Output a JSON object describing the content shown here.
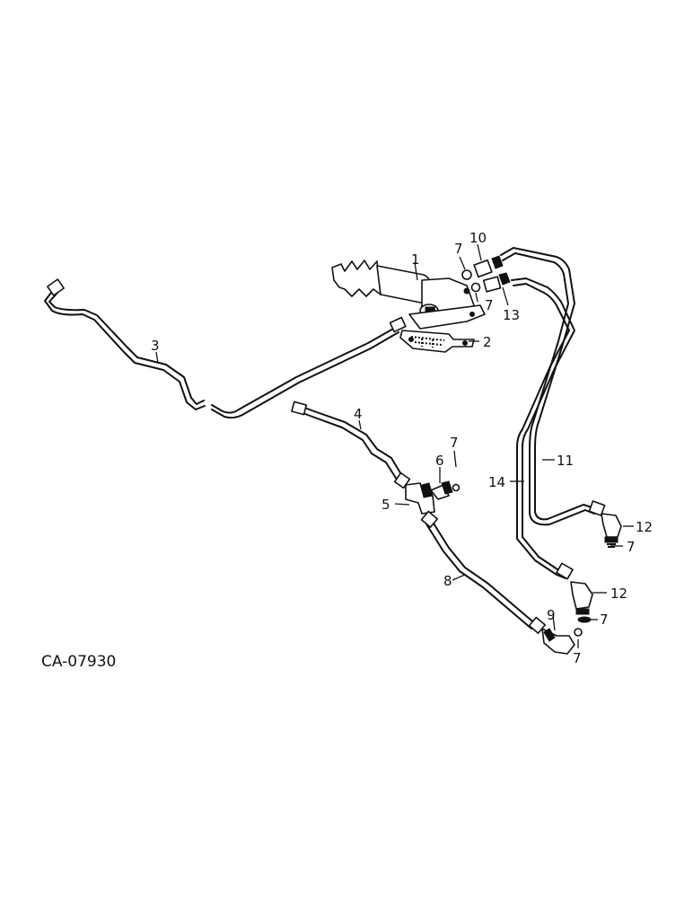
{
  "drawing_code": "CA-07930",
  "callouts": {
    "c1": "1",
    "c2": "2",
    "c3": "3",
    "c4": "4",
    "c5": "5",
    "c6": "6",
    "c7a": "7",
    "c7b": "7",
    "c7c": "7",
    "c7d": "7",
    "c7e": "7",
    "c7f": "7",
    "c8": "8",
    "c9": "9",
    "c10": "10",
    "c11": "11",
    "c12a": "12",
    "c12b": "12",
    "c13": "13",
    "c14": "14"
  }
}
